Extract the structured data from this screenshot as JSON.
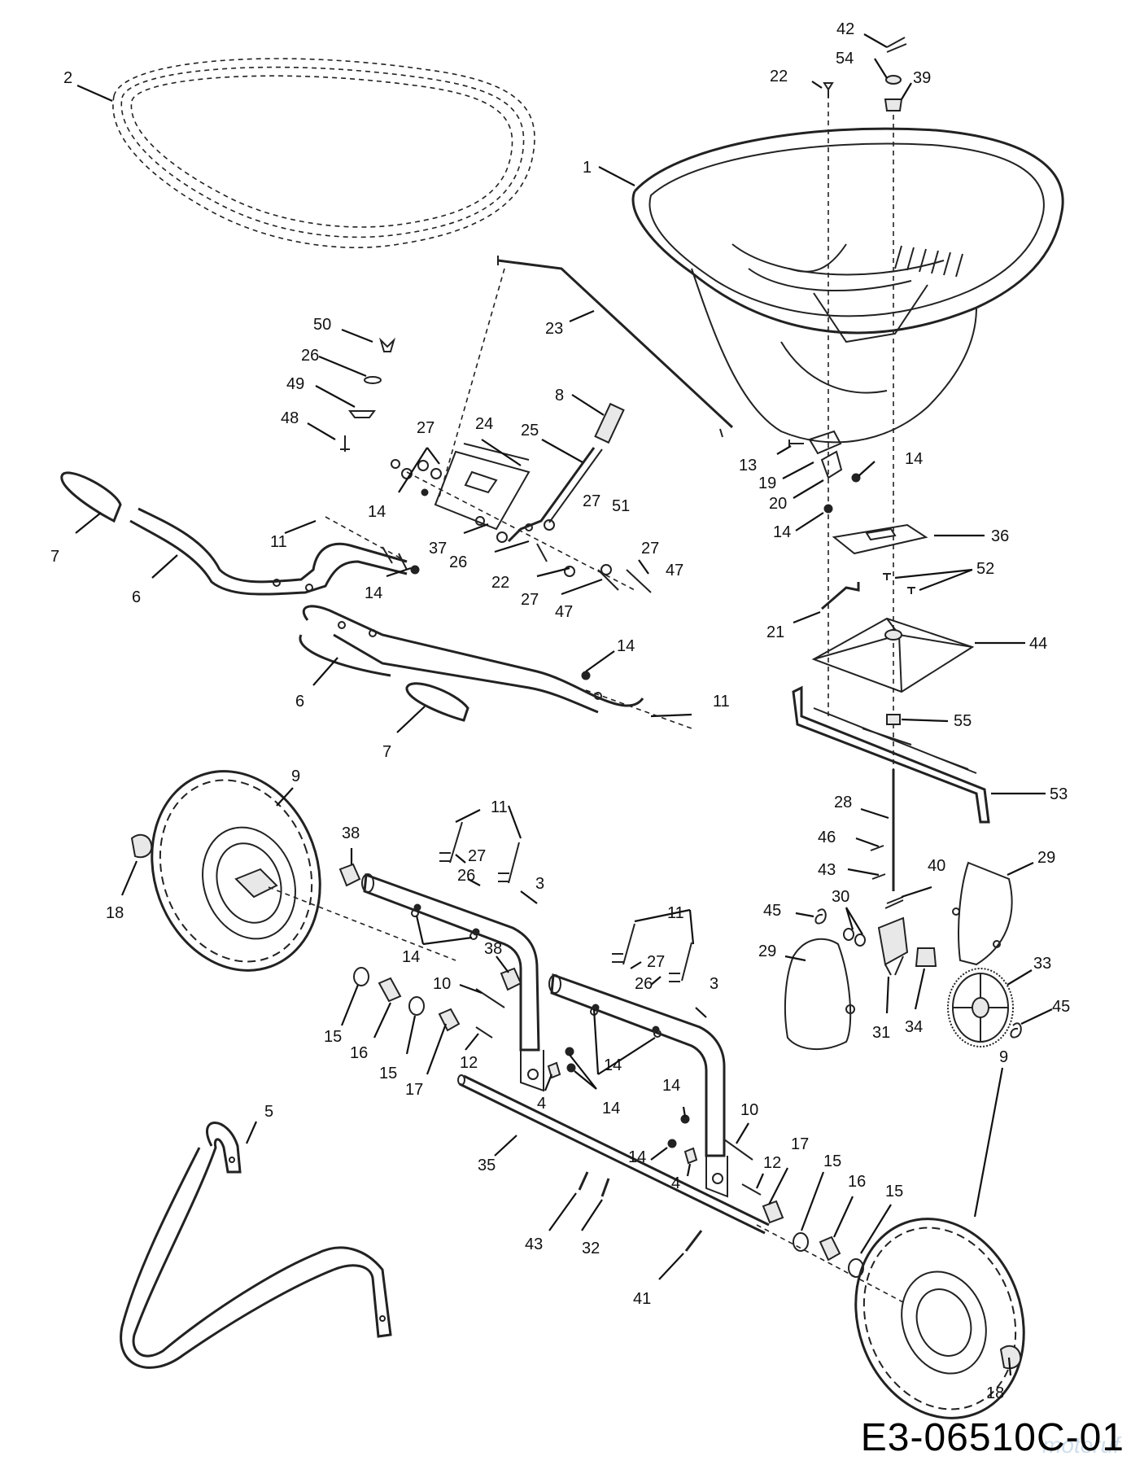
{
  "diagram_code": "E3-06510C-01",
  "watermark": "motoruf",
  "callouts": [
    {
      "id": "c1",
      "label": "1"
    },
    {
      "id": "c2",
      "label": "2"
    },
    {
      "id": "c3a",
      "label": "3"
    },
    {
      "id": "c3b",
      "label": "3"
    },
    {
      "id": "c4a",
      "label": "4"
    },
    {
      "id": "c4b",
      "label": "4"
    },
    {
      "id": "c5",
      "label": "5"
    },
    {
      "id": "c6a",
      "label": "6"
    },
    {
      "id": "c6b",
      "label": "6"
    },
    {
      "id": "c7a",
      "label": "7"
    },
    {
      "id": "c7b",
      "label": "7"
    },
    {
      "id": "c8",
      "label": "8"
    },
    {
      "id": "c9a",
      "label": "9"
    },
    {
      "id": "c9b",
      "label": "9"
    },
    {
      "id": "c10a",
      "label": "10"
    },
    {
      "id": "c10b",
      "label": "10"
    },
    {
      "id": "c11a",
      "label": "11"
    },
    {
      "id": "c11b",
      "label": "11"
    },
    {
      "id": "c11c",
      "label": "11"
    },
    {
      "id": "c11d",
      "label": "11"
    },
    {
      "id": "c12a",
      "label": "12"
    },
    {
      "id": "c12b",
      "label": "12"
    },
    {
      "id": "c13",
      "label": "13"
    },
    {
      "id": "c14a",
      "label": "14"
    },
    {
      "id": "c14b",
      "label": "14"
    },
    {
      "id": "c14c",
      "label": "14"
    },
    {
      "id": "c14d",
      "label": "14"
    },
    {
      "id": "c14e",
      "label": "14"
    },
    {
      "id": "c14f",
      "label": "14"
    },
    {
      "id": "c14g",
      "label": "14"
    },
    {
      "id": "c14h",
      "label": "14"
    },
    {
      "id": "c14i",
      "label": "14"
    },
    {
      "id": "c14j",
      "label": "14"
    },
    {
      "id": "c15a",
      "label": "15"
    },
    {
      "id": "c15b",
      "label": "15"
    },
    {
      "id": "c15c",
      "label": "15"
    },
    {
      "id": "c15d",
      "label": "15"
    },
    {
      "id": "c16a",
      "label": "16"
    },
    {
      "id": "c16b",
      "label": "16"
    },
    {
      "id": "c17a",
      "label": "17"
    },
    {
      "id": "c17b",
      "label": "17"
    },
    {
      "id": "c18a",
      "label": "18"
    },
    {
      "id": "c18b",
      "label": "18"
    },
    {
      "id": "c19",
      "label": "19"
    },
    {
      "id": "c20",
      "label": "20"
    },
    {
      "id": "c21",
      "label": "21"
    },
    {
      "id": "c22a",
      "label": "22"
    },
    {
      "id": "c22b",
      "label": "22"
    },
    {
      "id": "c23",
      "label": "23"
    },
    {
      "id": "c24",
      "label": "24"
    },
    {
      "id": "c25",
      "label": "25"
    },
    {
      "id": "c26a",
      "label": "26"
    },
    {
      "id": "c26b",
      "label": "26"
    },
    {
      "id": "c26c",
      "label": "26"
    },
    {
      "id": "c26d",
      "label": "26"
    },
    {
      "id": "c27a",
      "label": "27"
    },
    {
      "id": "c27b",
      "label": "27"
    },
    {
      "id": "c27c",
      "label": "27"
    },
    {
      "id": "c27d",
      "label": "27"
    },
    {
      "id": "c27e",
      "label": "27"
    },
    {
      "id": "c27f",
      "label": "27"
    },
    {
      "id": "c28",
      "label": "28"
    },
    {
      "id": "c29a",
      "label": "29"
    },
    {
      "id": "c29b",
      "label": "29"
    },
    {
      "id": "c30",
      "label": "30"
    },
    {
      "id": "c31",
      "label": "31"
    },
    {
      "id": "c32",
      "label": "32"
    },
    {
      "id": "c33",
      "label": "33"
    },
    {
      "id": "c34",
      "label": "34"
    },
    {
      "id": "c35",
      "label": "35"
    },
    {
      "id": "c36",
      "label": "36"
    },
    {
      "id": "c37",
      "label": "37"
    },
    {
      "id": "c38a",
      "label": "38"
    },
    {
      "id": "c38b",
      "label": "38"
    },
    {
      "id": "c39",
      "label": "39"
    },
    {
      "id": "c40",
      "label": "40"
    },
    {
      "id": "c41",
      "label": "41"
    },
    {
      "id": "c42",
      "label": "42"
    },
    {
      "id": "c43a",
      "label": "43"
    },
    {
      "id": "c43b",
      "label": "43"
    },
    {
      "id": "c44",
      "label": "44"
    },
    {
      "id": "c45a",
      "label": "45"
    },
    {
      "id": "c45b",
      "label": "45"
    },
    {
      "id": "c46",
      "label": "46"
    },
    {
      "id": "c47a",
      "label": "47"
    },
    {
      "id": "c47b",
      "label": "47"
    },
    {
      "id": "c48",
      "label": "48"
    },
    {
      "id": "c49",
      "label": "49"
    },
    {
      "id": "c50",
      "label": "50"
    },
    {
      "id": "c51",
      "label": "51"
    },
    {
      "id": "c52",
      "label": "52"
    },
    {
      "id": "c53",
      "label": "53"
    },
    {
      "id": "c54",
      "label": "54"
    },
    {
      "id": "c55",
      "label": "55"
    }
  ]
}
